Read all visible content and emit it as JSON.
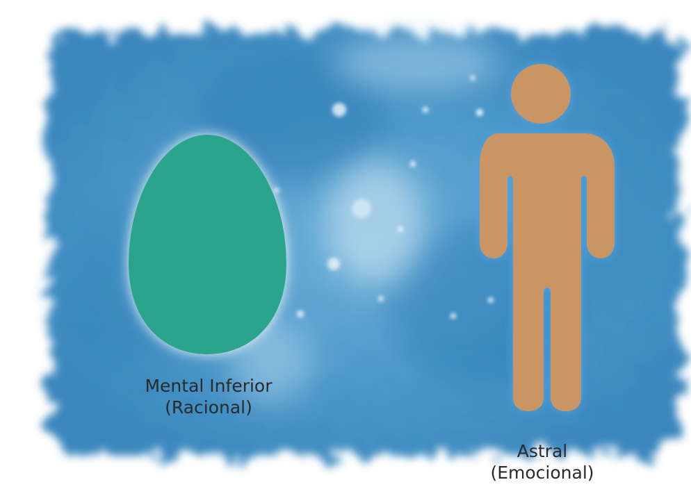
{
  "colors": {
    "background": "#ffffff",
    "cloud": "#3f8fc4",
    "cloud_light": "#9ccbe6",
    "egg": "#2aa58c",
    "figure": "#c99563",
    "figure_glow": "#4ea3e6",
    "text": "#2a2a2a"
  },
  "mental": {
    "shape": "egg",
    "label_line1": "Mental Inferior",
    "label_line2": "(Racional)"
  },
  "astral": {
    "shape": "human-figure",
    "label_line1": "Astral",
    "label_line2": "(Emocional)"
  }
}
